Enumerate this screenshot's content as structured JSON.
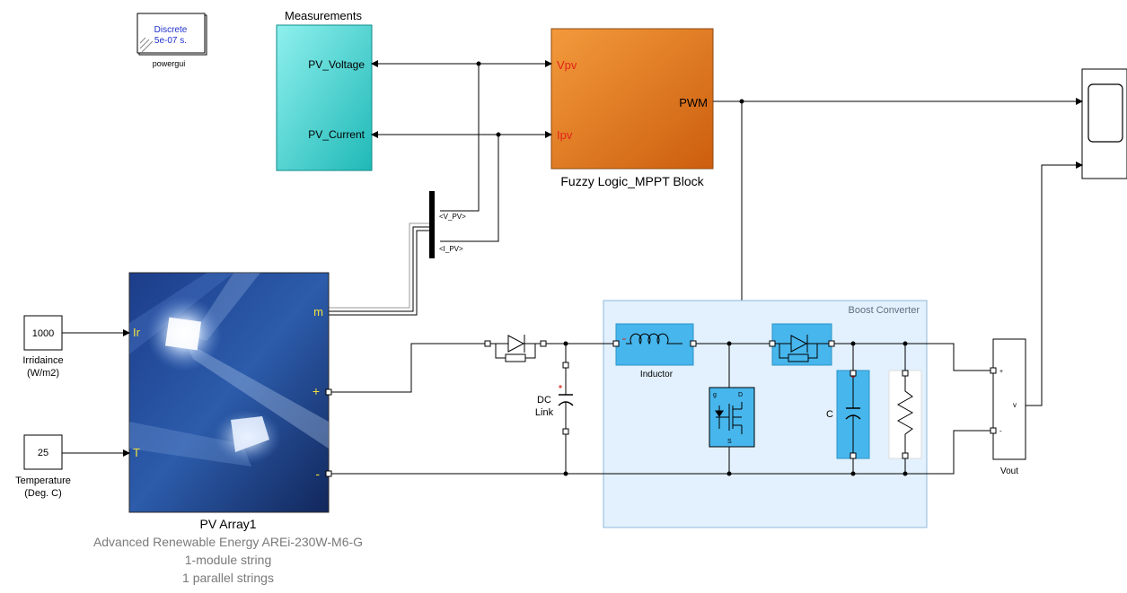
{
  "powergui": {
    "line1": "Discrete",
    "line2": "5e-07 s.",
    "caption": "powergui"
  },
  "measurements": {
    "title": "Measurements",
    "out1": "PV_Voltage",
    "out2": "PV_Current"
  },
  "fuzzy": {
    "in1": "Vpv",
    "in2": "Ipv",
    "out": "PWM",
    "caption": "Fuzzy Logic_MPPT Block"
  },
  "bus_selector": {
    "sig1": "<V_PV>",
    "sig2": "<I_PV>"
  },
  "irradiance": {
    "value": "1000",
    "caption1": "Irridaince",
    "caption2": "(W/m2)"
  },
  "temperature": {
    "value": "25",
    "caption1": "Temperature",
    "caption2": "(Deg. C)"
  },
  "pv_array": {
    "port_ir": "Ir",
    "port_t": "T",
    "port_m": "m",
    "port_plus": "+",
    "port_minus": "-",
    "title": "PV Array1",
    "desc1": "Advanced Renewable Energy AREi-230W-M6-G",
    "desc2": "1-module string",
    "desc3": "1 parallel strings"
  },
  "dc_link": {
    "line1": "DC",
    "line2": "Link"
  },
  "boost": {
    "title": "Boost Converter",
    "inductor": "Inductor",
    "cap": "C",
    "mosfet_g": "g",
    "mosfet_d": "D",
    "mosfet_s": "S"
  },
  "vout": {
    "label": "Vout",
    "plus": "+",
    "minus": "-",
    "v": "v"
  },
  "colors": {
    "measure_fill": "#3fd6d2",
    "fuzzy_fill": "#e3771f",
    "boost_bg": "#e2f1fd",
    "block_blue": "#47b6ec",
    "signal_red": "#d0241c"
  }
}
